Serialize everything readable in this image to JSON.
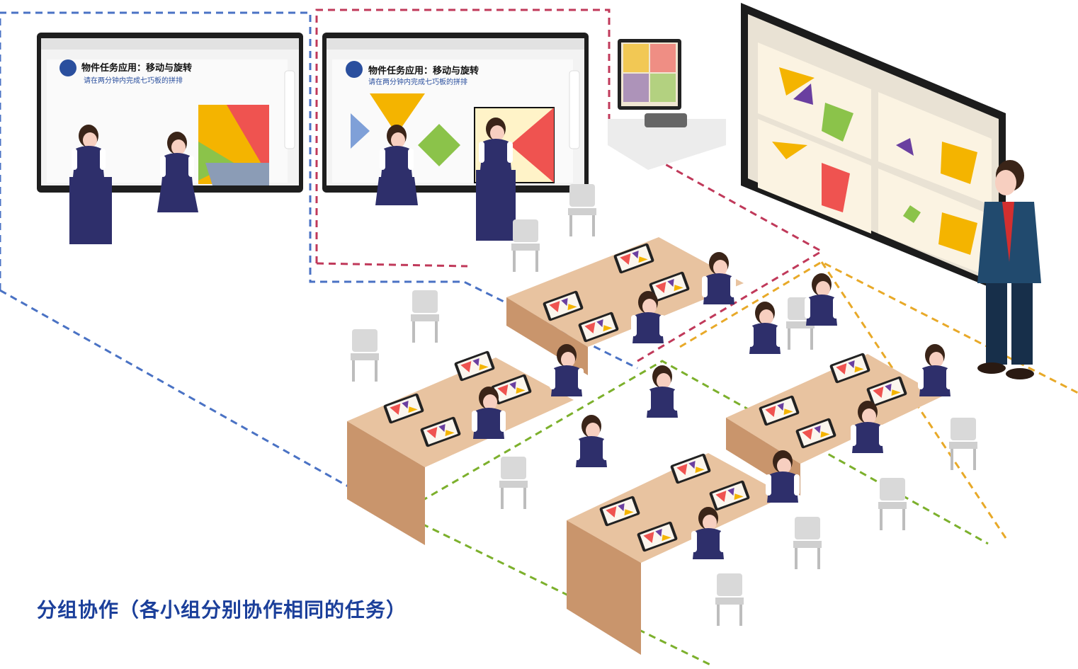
{
  "caption": "分组协作（各小组分别协作相同的任务）",
  "board_left": {
    "title": "物件任务应用：移动与旋转",
    "subtitle": "请在两分钟内完成七巧板的拼排"
  },
  "board_center": {
    "title": "物件任务应用：移动与旋转",
    "subtitle": "请在两分钟内完成七巧板的拼排"
  },
  "colors": {
    "caption": "#1b3f9a",
    "group_blue": "#4a72c4",
    "group_red": "#c0395a",
    "group_orange": "#e8a928",
    "group_green": "#7cb02c",
    "uniform": "#2e2f6b",
    "desk": "#e8c3a0",
    "tangram_yellow": "#f4b400",
    "tangram_red": "#ef5350",
    "tangram_green": "#8bc34a",
    "tangram_purple": "#6a3fa0",
    "tangram_blue": "#7fa0d8"
  }
}
